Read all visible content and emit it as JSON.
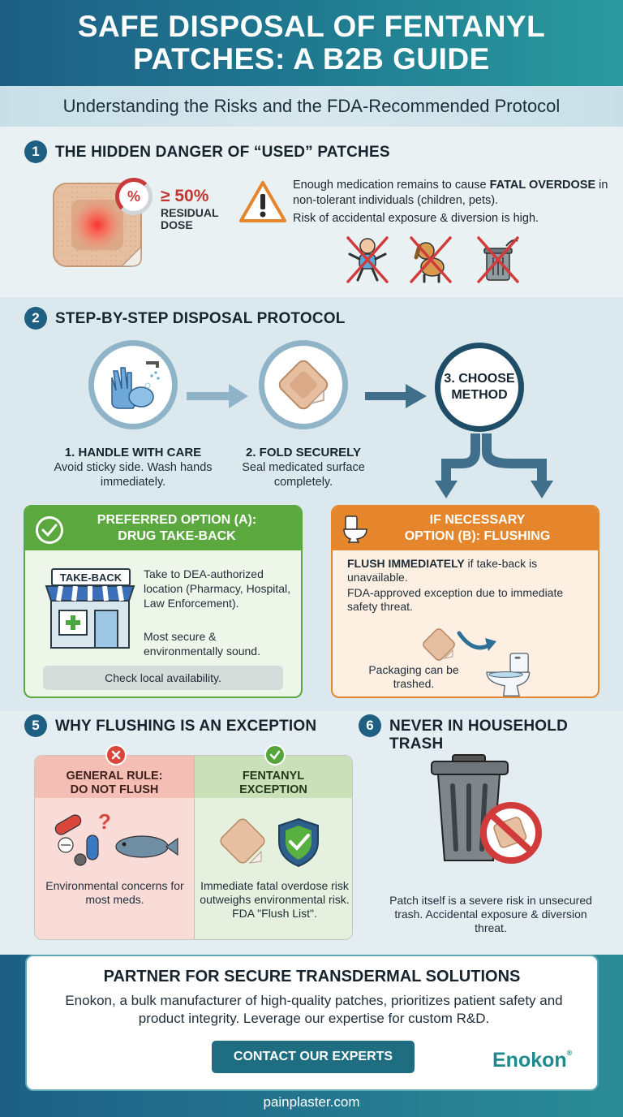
{
  "header": {
    "title": "SAFE DISPOSAL OF FENTANYL PATCHES: A B2B GUIDE",
    "subtitle": "Understanding the Risks and the FDA-Recommended Protocol"
  },
  "section1": {
    "number": "1",
    "title": "THE HIDDEN DANGER OF “USED” PATCHES",
    "percent_symbol": "%",
    "residual_value": "≥ 50%",
    "residual_label": "RESIDUAL DOSE",
    "danger_prefix": "Enough medication remains to cause ",
    "danger_bold": "FATAL OVERDOSE",
    "danger_suffix": " in non-tolerant individuals (children, pets).",
    "risk_line": "Risk of accidental exposure & diversion is high."
  },
  "section2": {
    "number": "2",
    "title": "STEP-BY-STEP DISPOSAL PROTOCOL",
    "step1_title": "1. HANDLE WITH CARE",
    "step1_desc": "Avoid sticky side. Wash hands immediately.",
    "step2_title": "2. FOLD SECURELY",
    "step2_desc": "Seal medicated surface completely.",
    "step3_title": "3. CHOOSE METHOD"
  },
  "optionA": {
    "heading_line1": "PREFERRED OPTION (A):",
    "heading_line2": "DRUG TAKE-BACK",
    "sign": "TAKE-BACK",
    "text1": "Take to DEA-authorized location (Pharmacy, Hospital, Law Enforcement).",
    "text2": "Most secure & environmentally sound.",
    "availability": "Check local availability."
  },
  "optionB": {
    "heading_line1": "IF NECESSARY",
    "heading_line2": "OPTION (B): FLUSHING",
    "flush_bold": "FLUSH IMMEDIATELY",
    "flush_rest": " if take-back is unavailable.",
    "text2": "FDA-approved exception due to immediate safety threat.",
    "packaging": "Packaging can be trashed."
  },
  "section5": {
    "number": "5",
    "title": "WHY FLUSHING IS AN EXCEPTION",
    "left_head_line1": "GENERAL RULE:",
    "left_head_line2": "DO NOT FLUSH",
    "left_text": "Environmental concerns for most meds.",
    "right_head_line1": "FENTANYL",
    "right_head_line2": "EXCEPTION",
    "right_text": "Immediate fatal overdose risk outweighs environmental risk. FDA \"Flush List\"."
  },
  "section6": {
    "number": "6",
    "title": "NEVER IN HOUSEHOLD TRASH",
    "text": "Patch itself is a severe risk in unsecured trash. Accidental exposure & diversion threat."
  },
  "partner": {
    "title": "PARTNER FOR SECURE TRANSDERMAL SOLUTIONS",
    "text": "Enokon, a bulk manufacturer of high-quality patches, prioritizes patient safety and product integrity. Leverage our expertise for custom R&D.",
    "cta": "CONTACT OUR EXPERTS",
    "logo": "Enokon",
    "logo_mark": "®"
  },
  "footer": {
    "site": "painplaster.com"
  },
  "colors": {
    "primary": "#1f5f82",
    "green": "#5aa83e",
    "orange": "#e5862d",
    "danger": "#c93a3a"
  }
}
